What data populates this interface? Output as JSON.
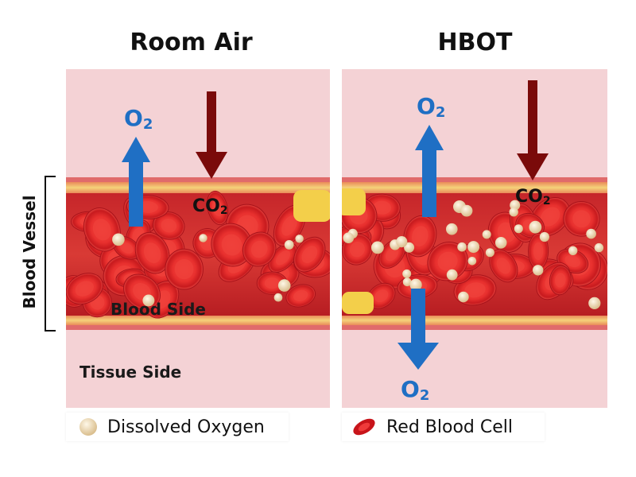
{
  "titles": {
    "left": "Room Air",
    "right": "HBOT"
  },
  "labels": {
    "o2_base": "O",
    "o2_sub": "2",
    "co2_base": "CO",
    "co2_sub": "2",
    "blood_side": "Blood Side",
    "tissue_side": "Tissue Side",
    "blood_vessel": "Blood Vessel"
  },
  "legend": {
    "dissolved_oxygen": "Dissolved Oxygen",
    "red_blood_cell": "Red Blood Cell"
  },
  "colors": {
    "o2_arrow": "#1f6fc4",
    "co2_arrow": "#7a0a0a",
    "red_blood_cell": "#d81f1f",
    "dissolved_oxygen": "#ecd9b4",
    "tissue": "#f4d2d5"
  }
}
